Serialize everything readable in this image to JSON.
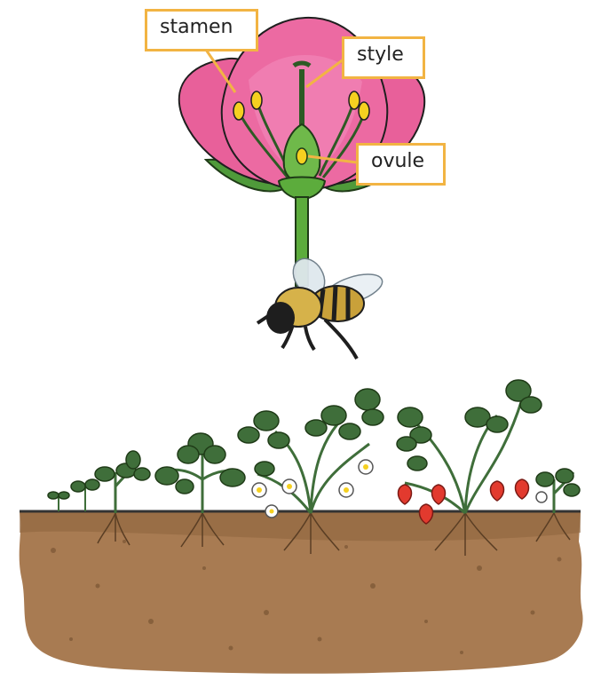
{
  "labels": {
    "stamen": "stamen",
    "style": "style",
    "ovule": "ovule"
  },
  "colors": {
    "petal": "#e8609a",
    "petal_dark": "#c83c78",
    "sepal": "#4f9a3a",
    "stem": "#5cac3c",
    "anther": "#f5d020",
    "label_border": "#f2b443",
    "soil": "#a87b52",
    "soil_dark": "#7a5634",
    "strawberry": "#e23a2e",
    "leaf": "#3f6e3a",
    "bee_yellow": "#c9a13a",
    "bee_black": "#1e1e1e"
  }
}
